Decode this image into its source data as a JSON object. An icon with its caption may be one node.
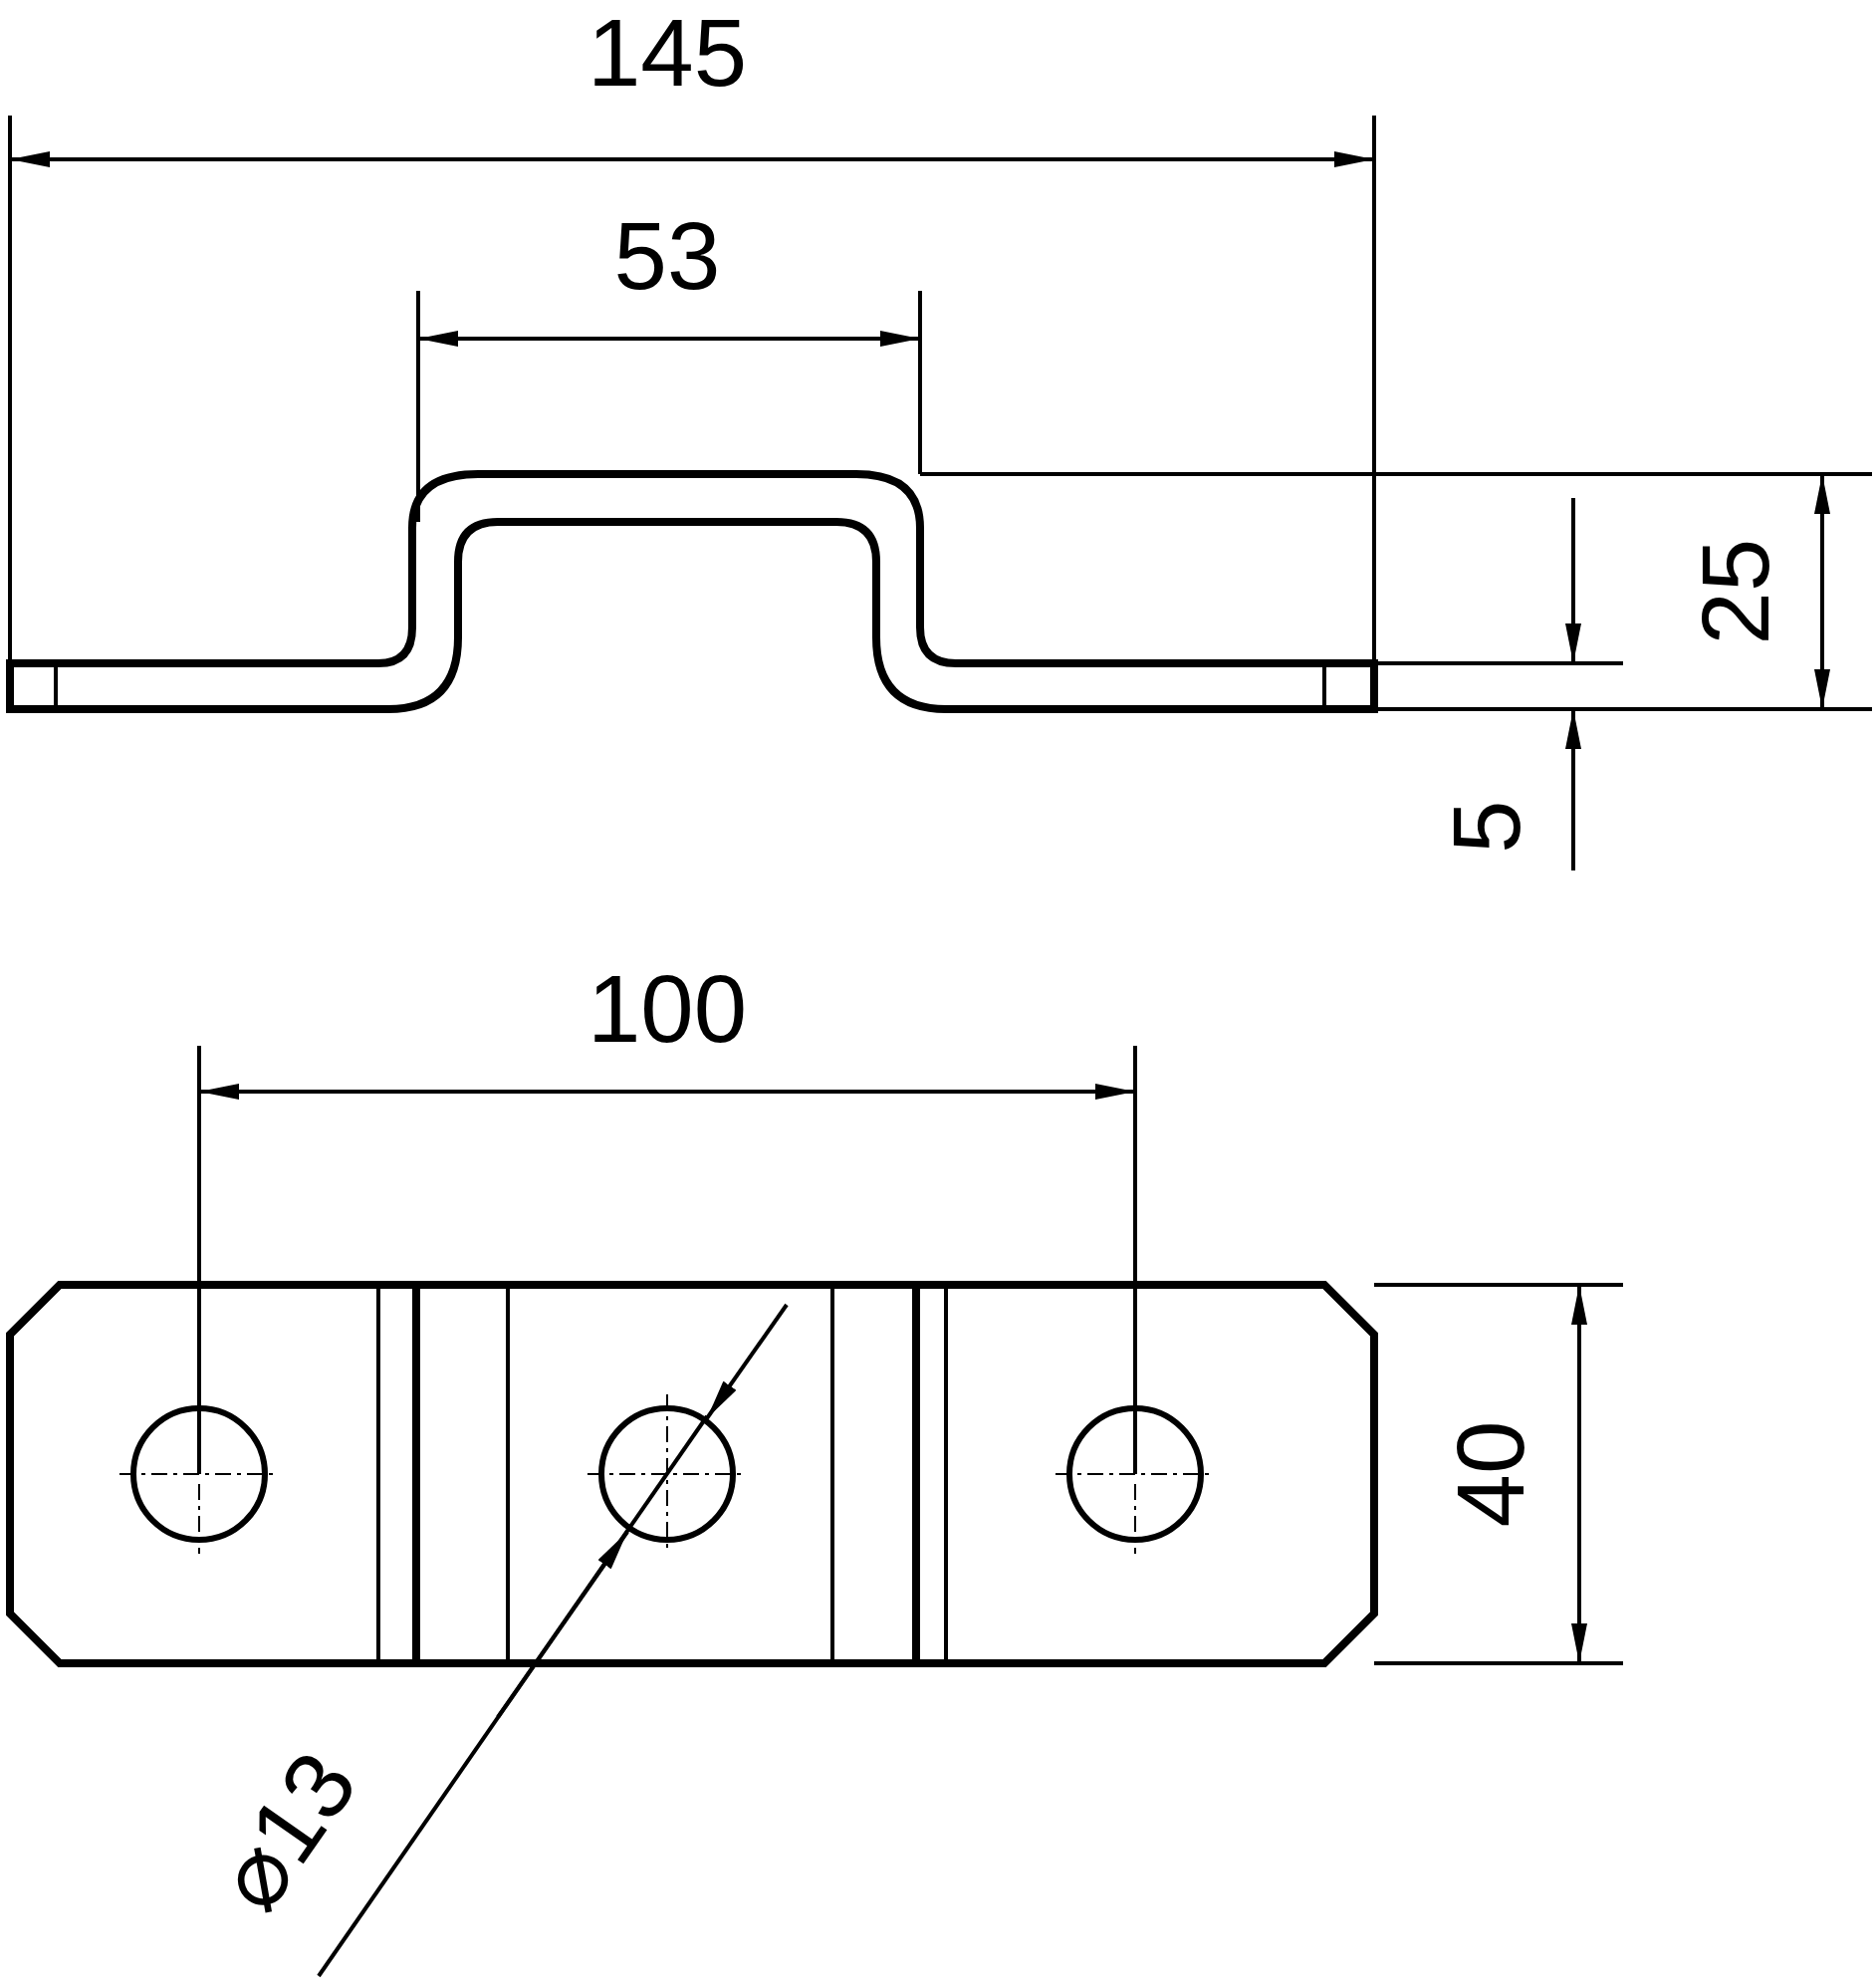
{
  "diagram": {
    "labels": [
      "145",
      "53",
      "25",
      "5",
      "100",
      "40",
      "⌀13"
    ]
  }
}
